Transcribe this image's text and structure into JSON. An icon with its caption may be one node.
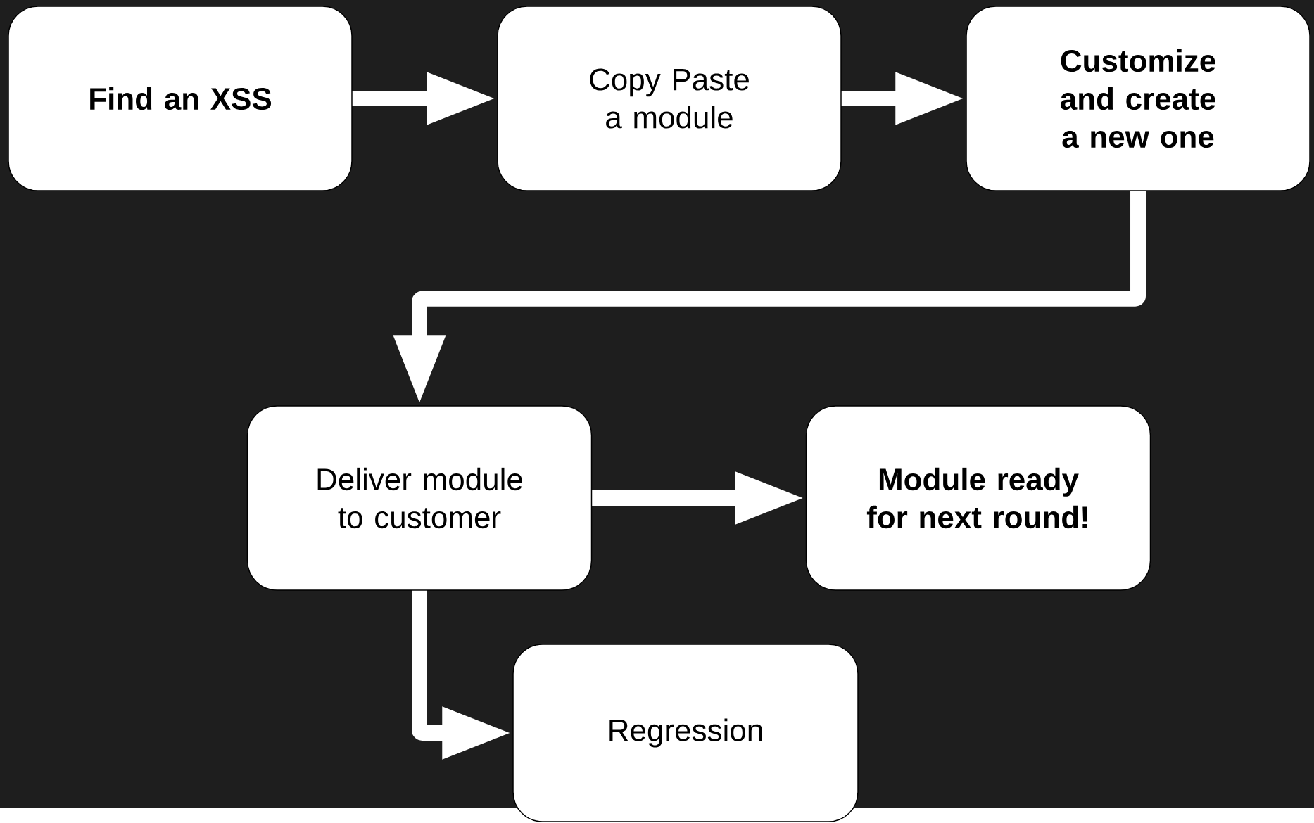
{
  "diagram": {
    "nodes": [
      {
        "text": [
          "**Find an XSS**"
        ]
      },
      {
        "text": [
          "Copy Paste a module"
        ]
      },
      {
        "text": [
          "**Customize and create a new one**"
        ]
      },
      {
        "text": [
          "Deliver module to customer"
        ]
      },
      {
        "text": [
          "**Module ready for next round!**"
        ]
      },
      {
        "text": [
          "Regression"
        ]
      }
    ],
    "edges": [
      {
        "from": 0,
        "to": 1,
        "arrow": "to"
      },
      {
        "from": 1,
        "to": 2,
        "arrow": "to"
      },
      {
        "from": 2,
        "to": 3,
        "arrow": "to"
      },
      {
        "from": 3,
        "to": 4,
        "arrow": "to"
      },
      {
        "from": 3,
        "to": 5,
        "arrow": "to"
      }
    ]
  }
}
